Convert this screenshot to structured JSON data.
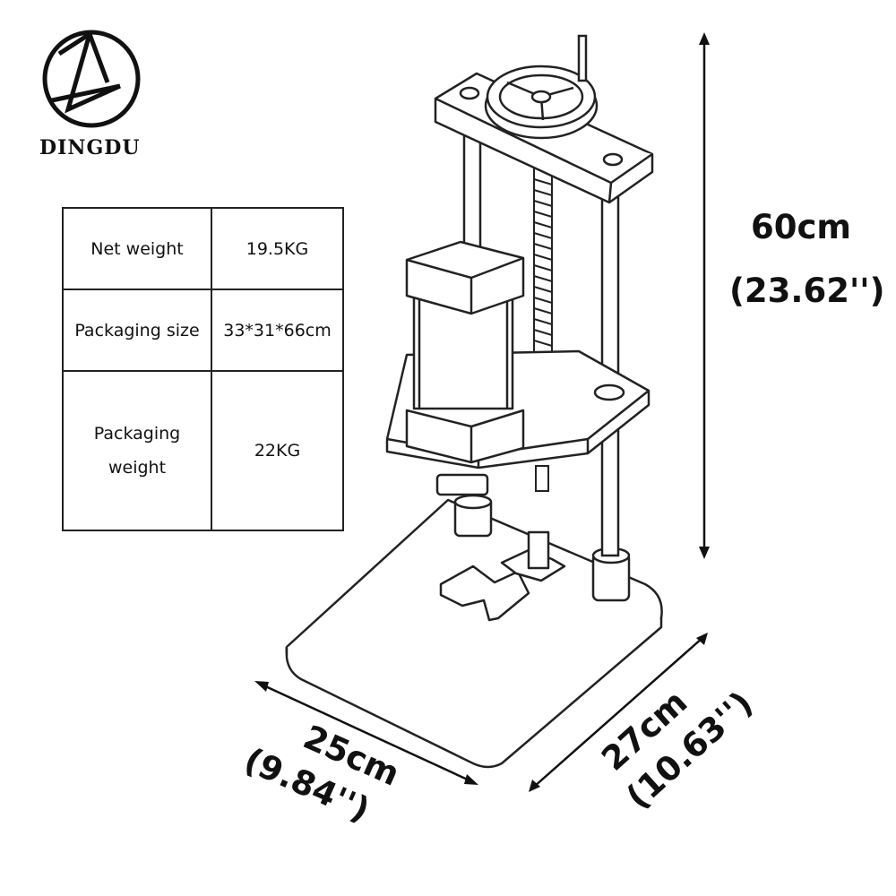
{
  "brand": {
    "name": "DINGDU"
  },
  "specs": [
    {
      "label": "Net weight",
      "value": "19.5KG"
    },
    {
      "label": "Packaging size",
      "value": "33*31*66cm"
    },
    {
      "label": "Packaging weight",
      "value": "22KG"
    }
  ],
  "dimensions": {
    "height_cm": "60cm",
    "height_in": "(23.62'')",
    "width_cm": "25cm",
    "width_in": "(9.84'')",
    "depth_cm": "27cm",
    "depth_in": "(10.63'')"
  }
}
